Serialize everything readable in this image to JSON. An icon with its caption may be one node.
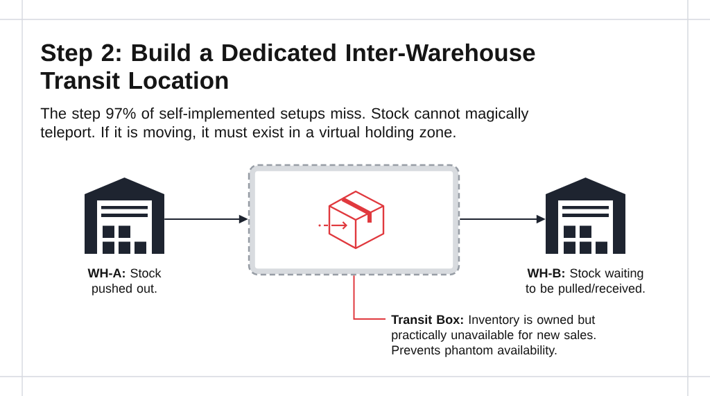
{
  "diagram": {
    "title": "Step 2: Build a Dedicated Inter-Warehouse Transit Location",
    "nodes": [
      {
        "text": [],
        "shape": "picture",
        "beside": [
          "**WH-A:** Stock pushed out."
        ]
      },
      {
        "text": [],
        "shape": "box"
      },
      {
        "text": [],
        "shape": "picture",
        "beside": [
          "**WH-B:** Stock waiting to be pulled/received."
        ]
      },
      {
        "text": [
          "**Transit Box:** Inventory is owned but practically unavailable for new sales. Prevents phantom availability."
        ]
      }
    ],
    "edges": [
      {
        "from": 0,
        "to": 1,
        "arrow": "to"
      },
      {
        "from": 1,
        "to": 2,
        "arrow": "to"
      },
      {
        "from": 3,
        "to": 1,
        "arrow": "none",
        "color": "#e0393e"
      }
    ],
    "labels": [
      "The step 97% of self-implemented setups miss. Stock cannot magically teleport. If it is moving, it must exist in a virtual holding zone."
    ]
  }
}
